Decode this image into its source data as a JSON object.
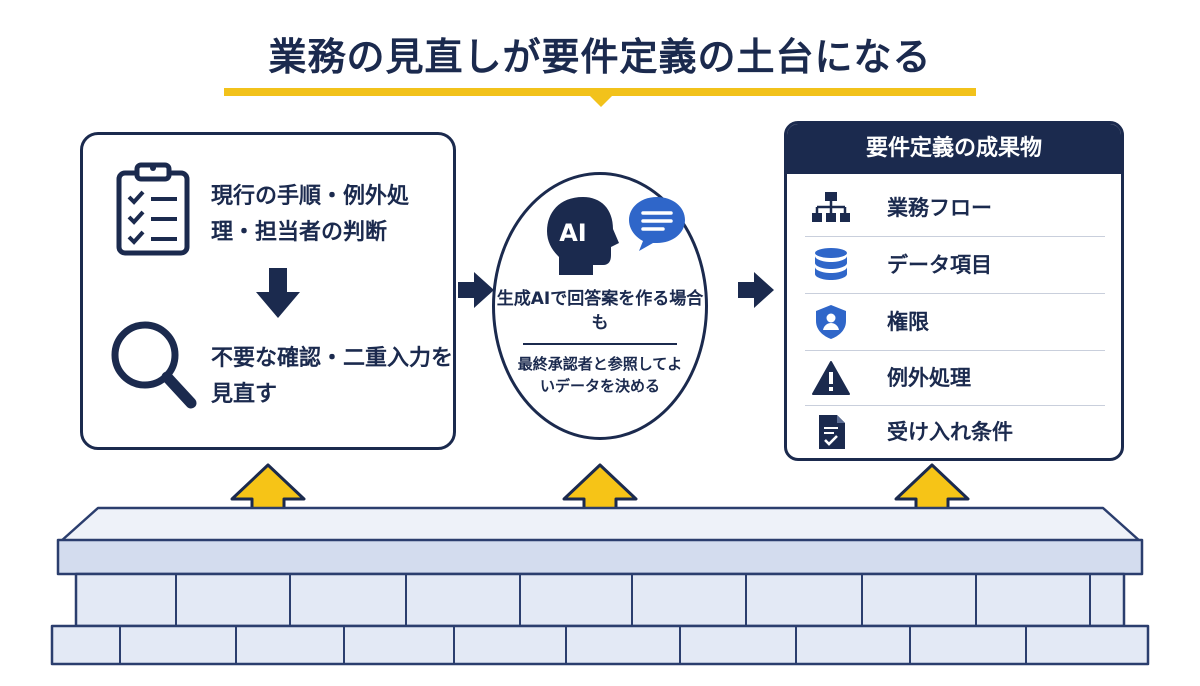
{
  "title": "業務の見直しが要件定義の土台になる",
  "left_box": {
    "text_top": "現行の手順・例外処理・担当者の判断",
    "text_bottom": "不要な確認・二重入力を見直す",
    "icons": [
      "clipboard-checklist-icon",
      "arrow-down-icon",
      "magnifier-icon"
    ]
  },
  "center": {
    "icons": [
      "ai-head-icon",
      "chat-bubble-icon"
    ],
    "ai_label": "AI",
    "text_top": "生成AIで回答案を作る場合も",
    "text_bottom": "最終承認者と参照してよいデータを決める"
  },
  "right_box": {
    "header": "要件定義の成果物",
    "items": [
      {
        "label": "業務フロー",
        "icon": "flowchart-icon"
      },
      {
        "label": "データ項目",
        "icon": "database-icon"
      },
      {
        "label": "権限",
        "icon": "shield-user-icon"
      },
      {
        "label": "例外処理",
        "icon": "warning-icon"
      },
      {
        "label": "受け入れ条件",
        "icon": "document-check-icon"
      }
    ]
  },
  "colors": {
    "navy": "#1b2a4e",
    "accent_yellow": "#f2c21b",
    "icon_blue": "#2f66c9",
    "wall": "#dfe6f3"
  }
}
